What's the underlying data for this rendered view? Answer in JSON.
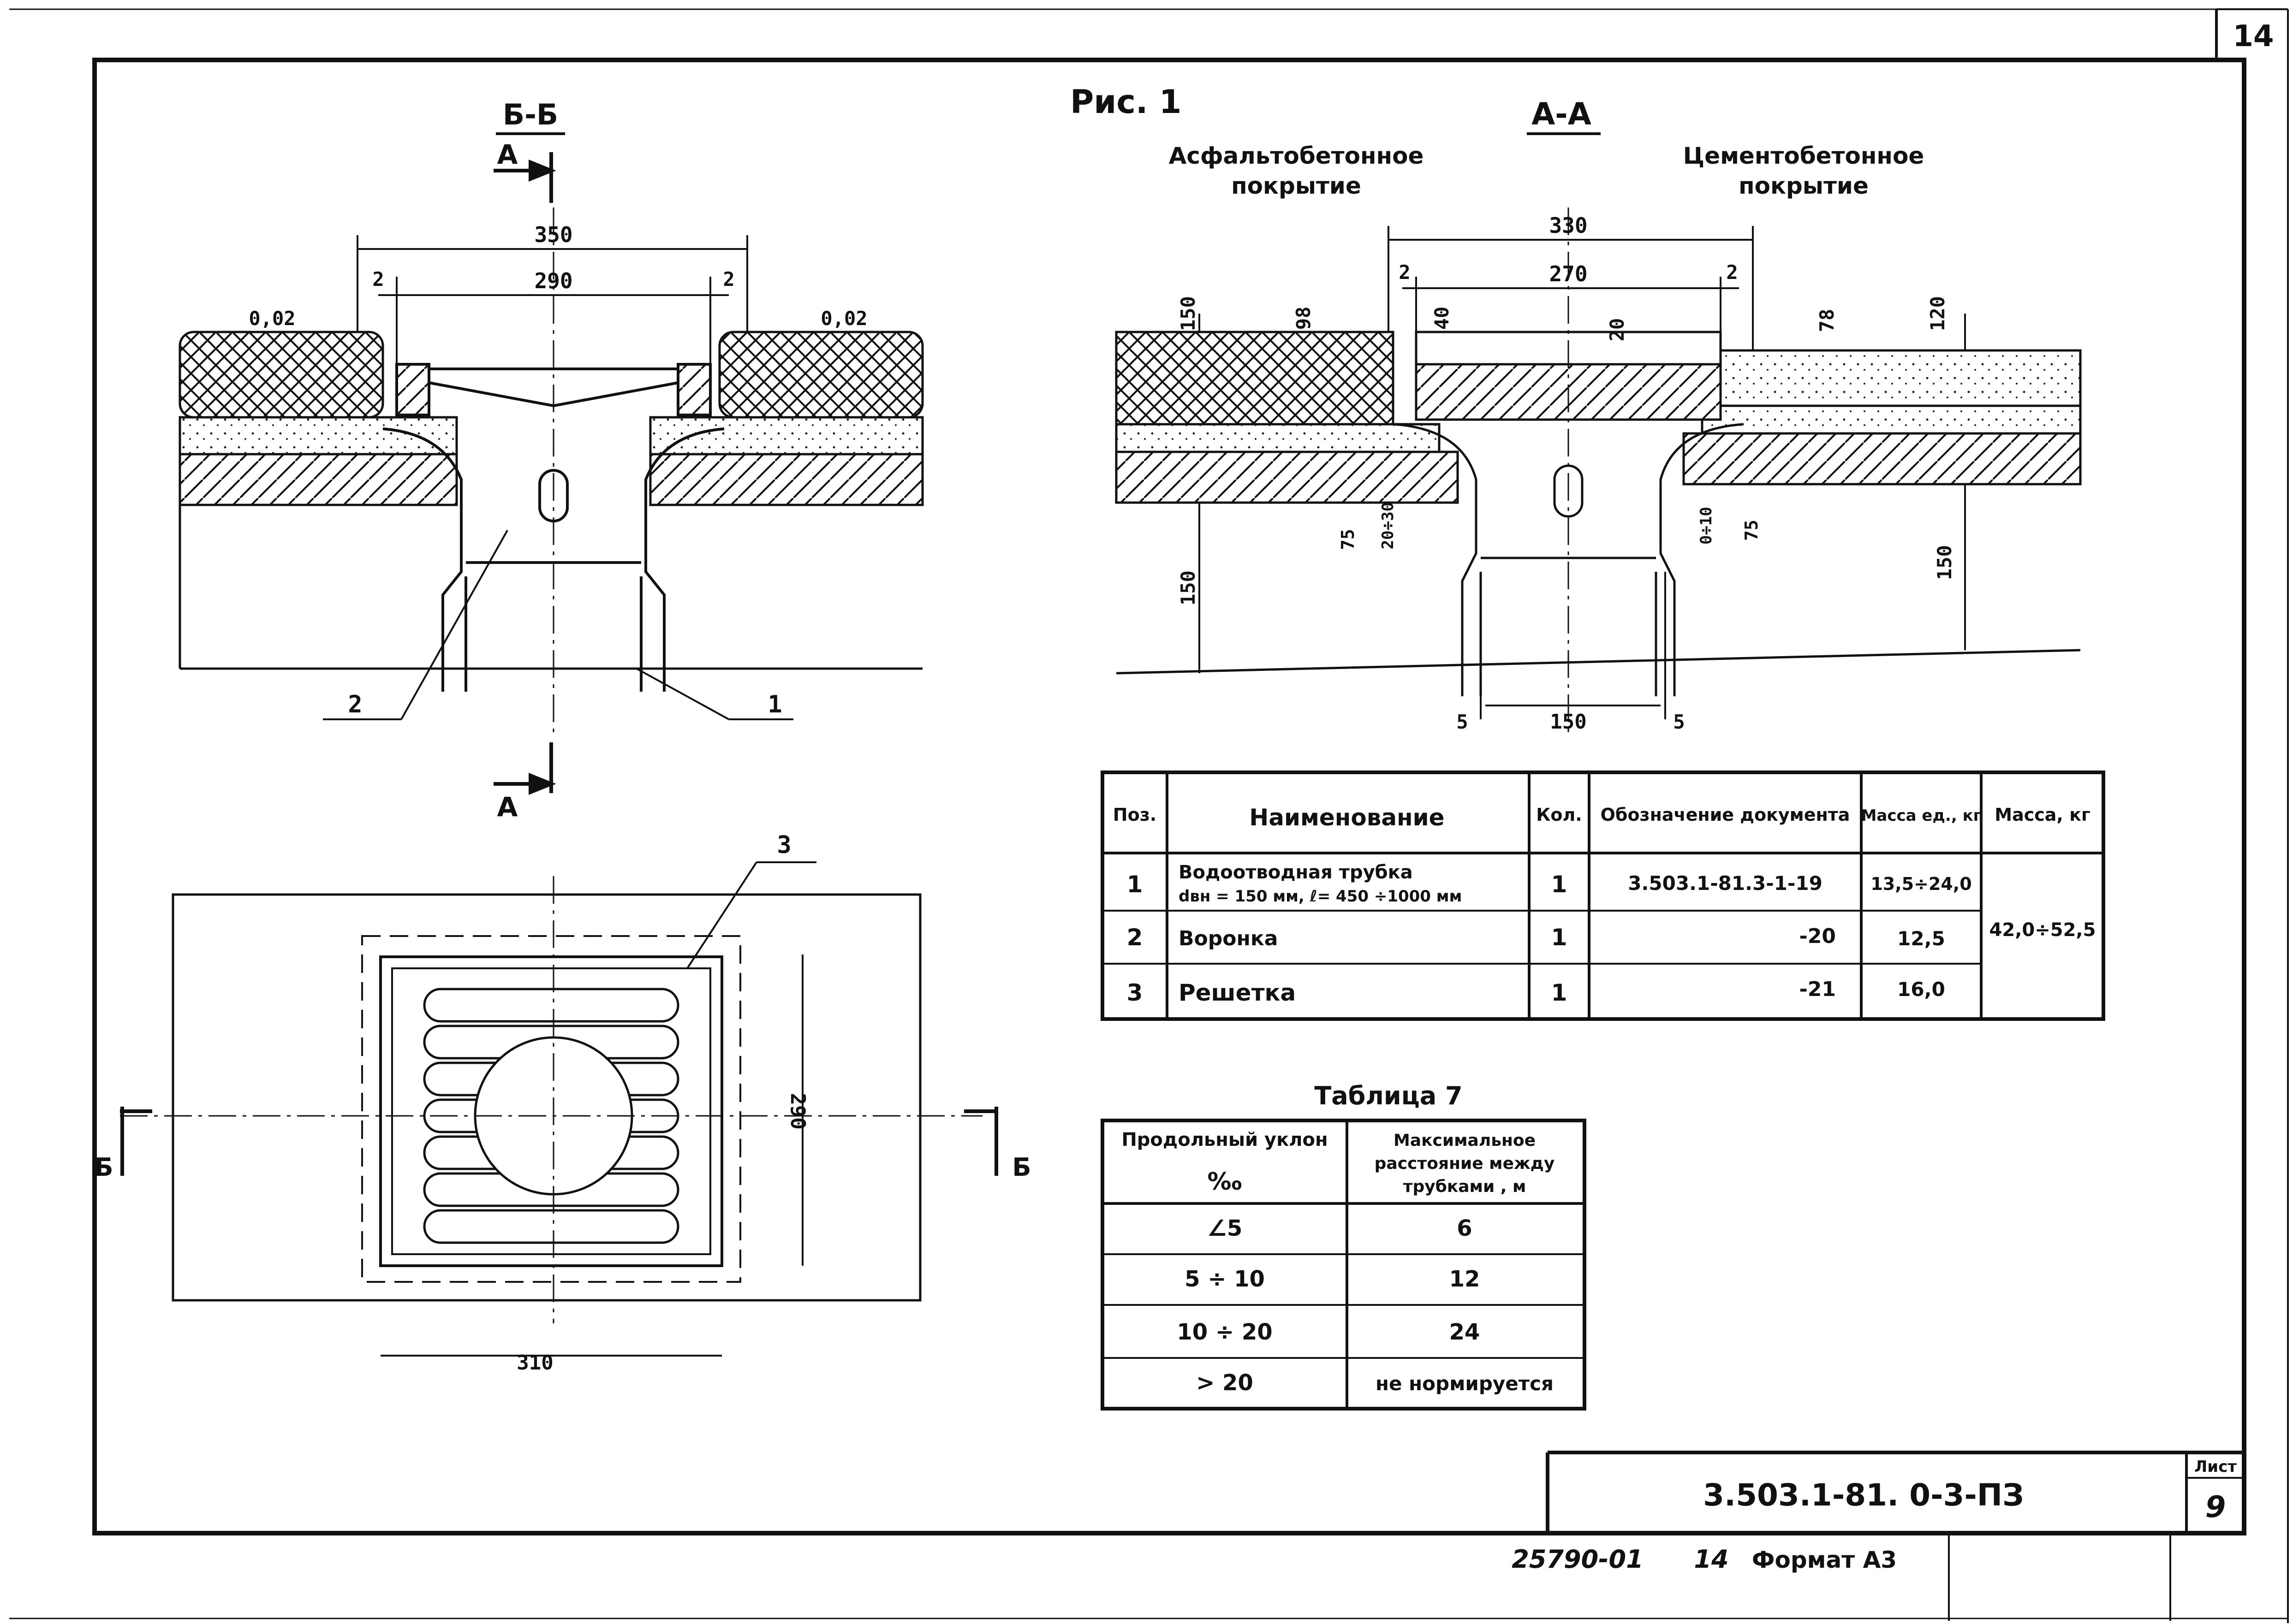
{
  "sheet": {
    "corner_number": "14",
    "figure_label": "Рис. 1",
    "stamp_code": "3.503.1-81. 0-3-ПЗ",
    "sheet_label": "Лист",
    "sheet_number": "9",
    "inventory": "25790-01",
    "copy_number": "14",
    "format": "Формат А3"
  },
  "section_bb": {
    "title": "Б-Б",
    "cut_marker_top": "А",
    "cut_marker_bottom": "А",
    "dim_overall": "350",
    "dim_inner": "290",
    "dim_gap_left": "2",
    "dim_gap_right": "2",
    "slope_left": "0,02",
    "slope_right": "0,02",
    "callout_2": "2",
    "callout_1": "1"
  },
  "section_aa": {
    "title": "А-А",
    "label_asphalt_line1": "Асфальтобетонное",
    "label_asphalt_line2": "покрытие",
    "label_cement_line1": "Цементобетонное",
    "label_cement_line2": "покрытие",
    "dim_overall": "330",
    "dim_inner": "270",
    "dim_gap_left": "2",
    "dim_gap_right": "2",
    "dim_150_top_left": "150",
    "dim_98": "98",
    "dim_40": "40",
    "dim_20": "20",
    "dim_78": "78",
    "dim_120": "120",
    "dim_150_bottom_left": "150",
    "dim_75_left": "75",
    "dim_20_30": "20÷30",
    "dim_0_10": "0÷10",
    "dim_75_right": "75",
    "dim_150_right": "150",
    "dim_pipe": "150",
    "dim_wall_left": "5",
    "dim_wall_right": "5"
  },
  "plan_view": {
    "callout_3": "3",
    "dim_290": "290",
    "dim_310": "310",
    "cut_left": "Б",
    "cut_right": "Б"
  },
  "spec_table": {
    "headers": [
      "Поз.",
      "Наименование",
      "Кол.",
      "Обозначение документа",
      "Масса ед., кг",
      "Масса, кг"
    ],
    "rows": [
      {
        "pos": "1",
        "name_line1": "Водоотводная трубка",
        "name_line2": "dвн = 150 мм, ℓ= 450 ÷1000 мм",
        "qty": "1",
        "doc": "3.503.1-81.3-1-19",
        "mass": "13,5÷24,0"
      },
      {
        "pos": "2",
        "name_line1": "Воронка",
        "name_line2": "",
        "qty": "1",
        "doc": "-20",
        "mass": "12,5"
      },
      {
        "pos": "3",
        "name_line1": "Решетка",
        "name_line2": "",
        "qty": "1",
        "doc": "-21",
        "mass": "16,0"
      }
    ],
    "total_mass": "42,0÷52,5"
  },
  "table7": {
    "title": "Таблица 7",
    "header_col1_line1": "Продольный уклон",
    "header_col1_line2": "‰",
    "header_col2_line1": "Максимальное",
    "header_col2_line2": "расстояние между",
    "header_col2_line3": "трубками , м",
    "rows": [
      {
        "slope": "∠5",
        "distance": "6"
      },
      {
        "slope": "5 ÷ 10",
        "distance": "12"
      },
      {
        "slope": "10 ÷ 20",
        "distance": "24"
      },
      {
        "slope": "> 20",
        "distance": "не нормируется"
      }
    ]
  }
}
